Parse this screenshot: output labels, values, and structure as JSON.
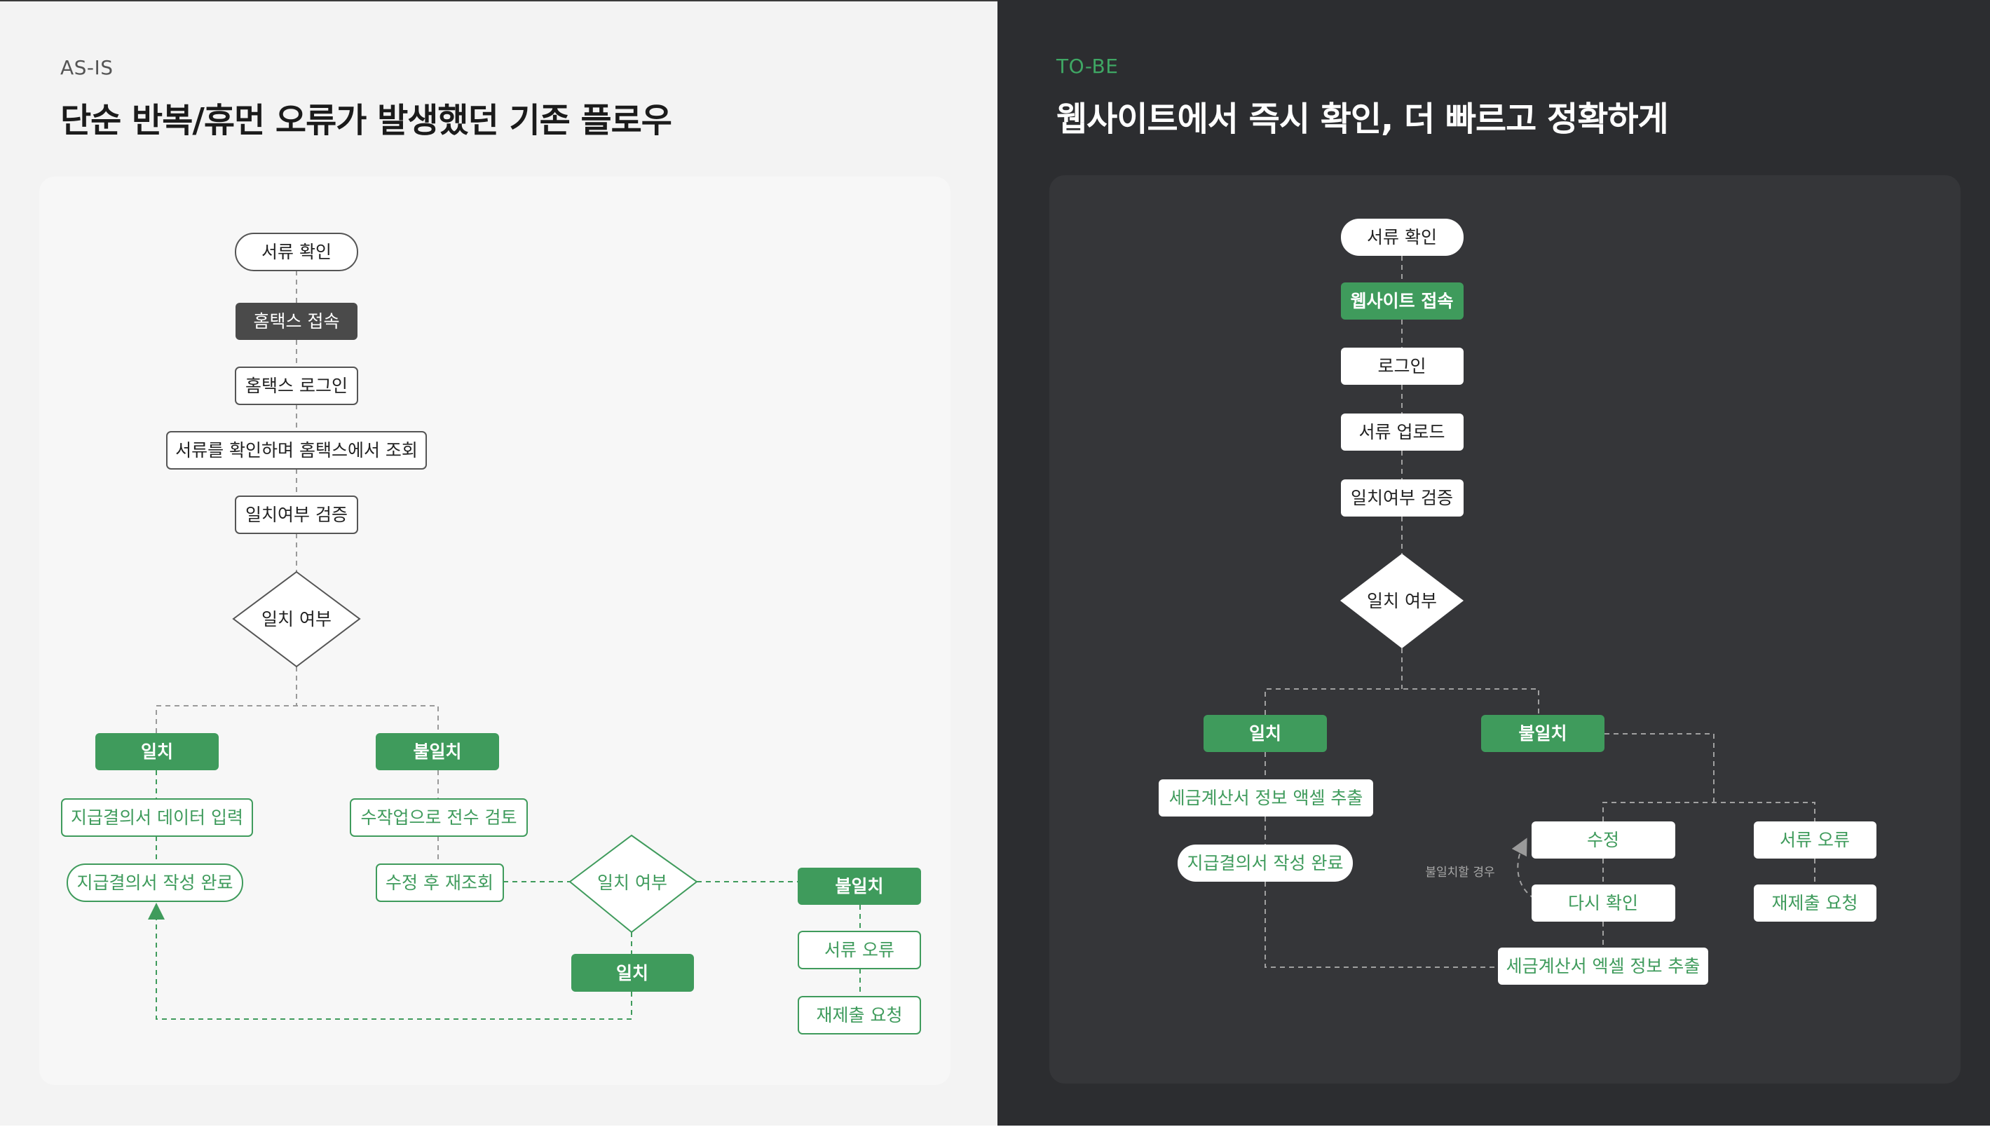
{
  "asis": {
    "eyebrow": "AS-IS",
    "title": "단순 반복/휴먼 오류가 발생했던 기존 플로우",
    "n_check": "서류 확인",
    "n_access": "홈택스 접속",
    "n_login": "홈택스 로그인",
    "n_query": "서류를 확인하며 홈택스에서 조회",
    "n_verify": "일치여부 검증",
    "d_match1": "일치 여부",
    "n_match": "일치",
    "n_mismatch": "불일치",
    "n_input": "지급결의서 데이터 입력",
    "n_done": "지급결의서 작성 완료",
    "n_manual": "수작업으로 전수 검토",
    "n_recheck": "수정 후 재조회",
    "d_match2": "일치 여부",
    "n_mismatch2": "불일치",
    "n_match2": "일치",
    "n_docerr": "서류 오류",
    "n_resubmit": "재제출 요청"
  },
  "tobe": {
    "eyebrow": "TO-BE",
    "title": "웹사이트에서 즉시 확인, 더 빠르고 정확하게",
    "n_check": "서류 확인",
    "n_access": "웹사이트 접속",
    "n_login": "로그인",
    "n_upload": "서류 업로드",
    "n_verify": "일치여부 검증",
    "d_match": "일치 여부",
    "n_match": "일치",
    "n_mismatch": "불일치",
    "n_extract1": "세금계산서 정보 액셀 추출",
    "n_done": "지급결의서 작성 완료",
    "n_fix": "수정",
    "n_recheck": "다시 확인",
    "n_docerr": "서류 오류",
    "n_resubmit": "재제출 요청",
    "n_extract2": "세금계산서 엑셀 정보 추출",
    "loop_label": "불일치할 경우"
  },
  "colors": {
    "green": "#3f9b5c",
    "dark_node": "#4a4a4a",
    "left_bg": "#f3f3f3",
    "right_bg": "#2c2d30"
  }
}
